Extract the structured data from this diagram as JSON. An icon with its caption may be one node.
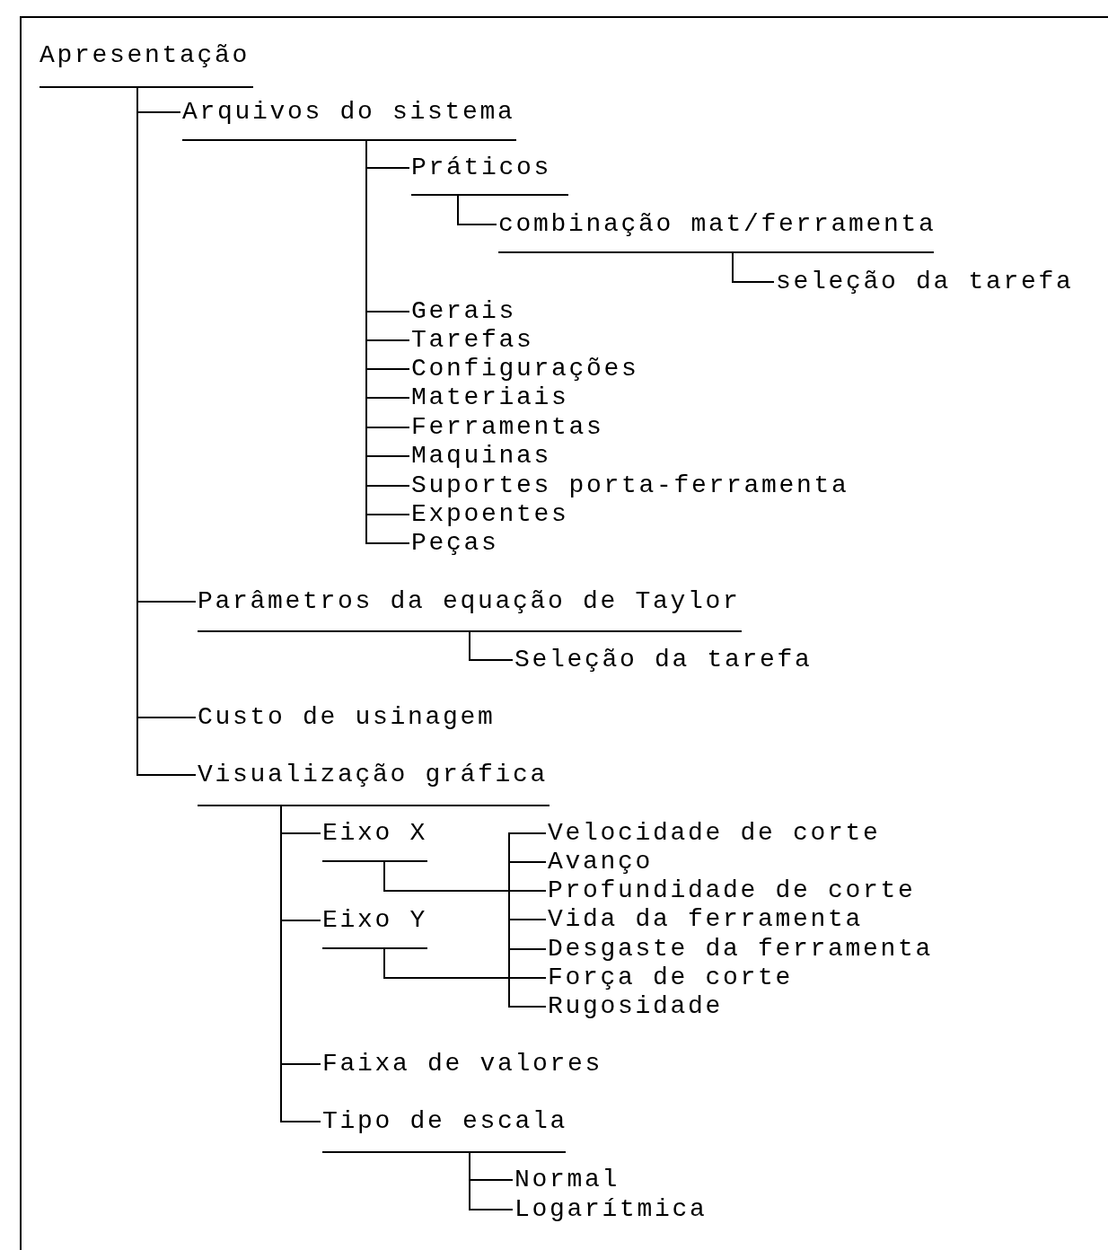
{
  "diagram": {
    "nodes": [
      {
        "text": [
          "Apresentação"
        ]
      },
      {
        "text": [
          "Arquivos do sistema"
        ]
      },
      {
        "text": [
          "Práticos"
        ]
      },
      {
        "text": [
          "combinação mat/ferramenta"
        ]
      },
      {
        "text": [
          "seleção da tarefa"
        ]
      },
      {
        "text": [
          "Gerais"
        ]
      },
      {
        "text": [
          "Tarefas"
        ]
      },
      {
        "text": [
          "Configurações"
        ]
      },
      {
        "text": [
          "Materiais"
        ]
      },
      {
        "text": [
          "Ferramentas"
        ]
      },
      {
        "text": [
          "Maquinas"
        ]
      },
      {
        "text": [
          "Suportes porta-ferramenta"
        ]
      },
      {
        "text": [
          "Expoentes"
        ]
      },
      {
        "text": [
          "Peças"
        ]
      },
      {
        "text": [
          "Parâmetros da equação de Taylor"
        ]
      },
      {
        "text": [
          "Seleção da tarefa"
        ]
      },
      {
        "text": [
          "Custo de usinagem"
        ]
      },
      {
        "text": [
          "Visualização gráfica"
        ]
      },
      {
        "text": [
          "Eixo X"
        ]
      },
      {
        "text": [
          "Eixo Y"
        ]
      },
      {
        "text": [
          "Velocidade de corte"
        ]
      },
      {
        "text": [
          "Avanço"
        ]
      },
      {
        "text": [
          "Profundidade de corte"
        ]
      },
      {
        "text": [
          "Vida da ferramenta"
        ]
      },
      {
        "text": [
          "Desgaste da ferramenta"
        ]
      },
      {
        "text": [
          "Força de corte"
        ]
      },
      {
        "text": [
          "Rugosidade"
        ]
      },
      {
        "text": [
          "Faixa de valores"
        ]
      },
      {
        "text": [
          "Tipo de escala"
        ]
      },
      {
        "text": [
          "Normal"
        ]
      },
      {
        "text": [
          "Logarítmica"
        ]
      }
    ],
    "edges": [
      {
        "from": 0,
        "to": 1,
        "arrow": "none"
      },
      {
        "from": 1,
        "to": 2,
        "arrow": "none"
      },
      {
        "from": 2,
        "to": 3,
        "arrow": "none"
      },
      {
        "from": 3,
        "to": 4,
        "arrow": "none"
      },
      {
        "from": 1,
        "to": 5,
        "arrow": "none"
      },
      {
        "from": 1,
        "to": 6,
        "arrow": "none"
      },
      {
        "from": 1,
        "to": 7,
        "arrow": "none"
      },
      {
        "from": 1,
        "to": 8,
        "arrow": "none"
      },
      {
        "from": 1,
        "to": 9,
        "arrow": "none"
      },
      {
        "from": 1,
        "to": 10,
        "arrow": "none"
      },
      {
        "from": 1,
        "to": 11,
        "arrow": "none"
      },
      {
        "from": 1,
        "to": 12,
        "arrow": "none"
      },
      {
        "from": 1,
        "to": 13,
        "arrow": "none"
      },
      {
        "from": 0,
        "to": 14,
        "arrow": "none"
      },
      {
        "from": 14,
        "to": 15,
        "arrow": "none"
      },
      {
        "from": 0,
        "to": 16,
        "arrow": "none"
      },
      {
        "from": 0,
        "to": 17,
        "arrow": "none"
      },
      {
        "from": 17,
        "to": 18,
        "arrow": "none"
      },
      {
        "from": 17,
        "to": 19,
        "arrow": "none"
      },
      {
        "from": 18,
        "to": 20,
        "arrow": "none"
      },
      {
        "from": 18,
        "to": 21,
        "arrow": "none"
      },
      {
        "from": 18,
        "to": 22,
        "arrow": "none"
      },
      {
        "from": 18,
        "to": 23,
        "arrow": "none"
      },
      {
        "from": 18,
        "to": 24,
        "arrow": "none"
      },
      {
        "from": 18,
        "to": 25,
        "arrow": "none"
      },
      {
        "from": 18,
        "to": 26,
        "arrow": "none"
      },
      {
        "from": 19,
        "to": 20,
        "arrow": "none"
      },
      {
        "from": 19,
        "to": 21,
        "arrow": "none"
      },
      {
        "from": 19,
        "to": 22,
        "arrow": "none"
      },
      {
        "from": 19,
        "to": 23,
        "arrow": "none"
      },
      {
        "from": 19,
        "to": 24,
        "arrow": "none"
      },
      {
        "from": 19,
        "to": 25,
        "arrow": "none"
      },
      {
        "from": 19,
        "to": 26,
        "arrow": "none"
      },
      {
        "from": 17,
        "to": 27,
        "arrow": "none"
      },
      {
        "from": 17,
        "to": 28,
        "arrow": "none"
      },
      {
        "from": 28,
        "to": 29,
        "arrow": "none"
      },
      {
        "from": 28,
        "to": 30,
        "arrow": "none"
      }
    ]
  }
}
